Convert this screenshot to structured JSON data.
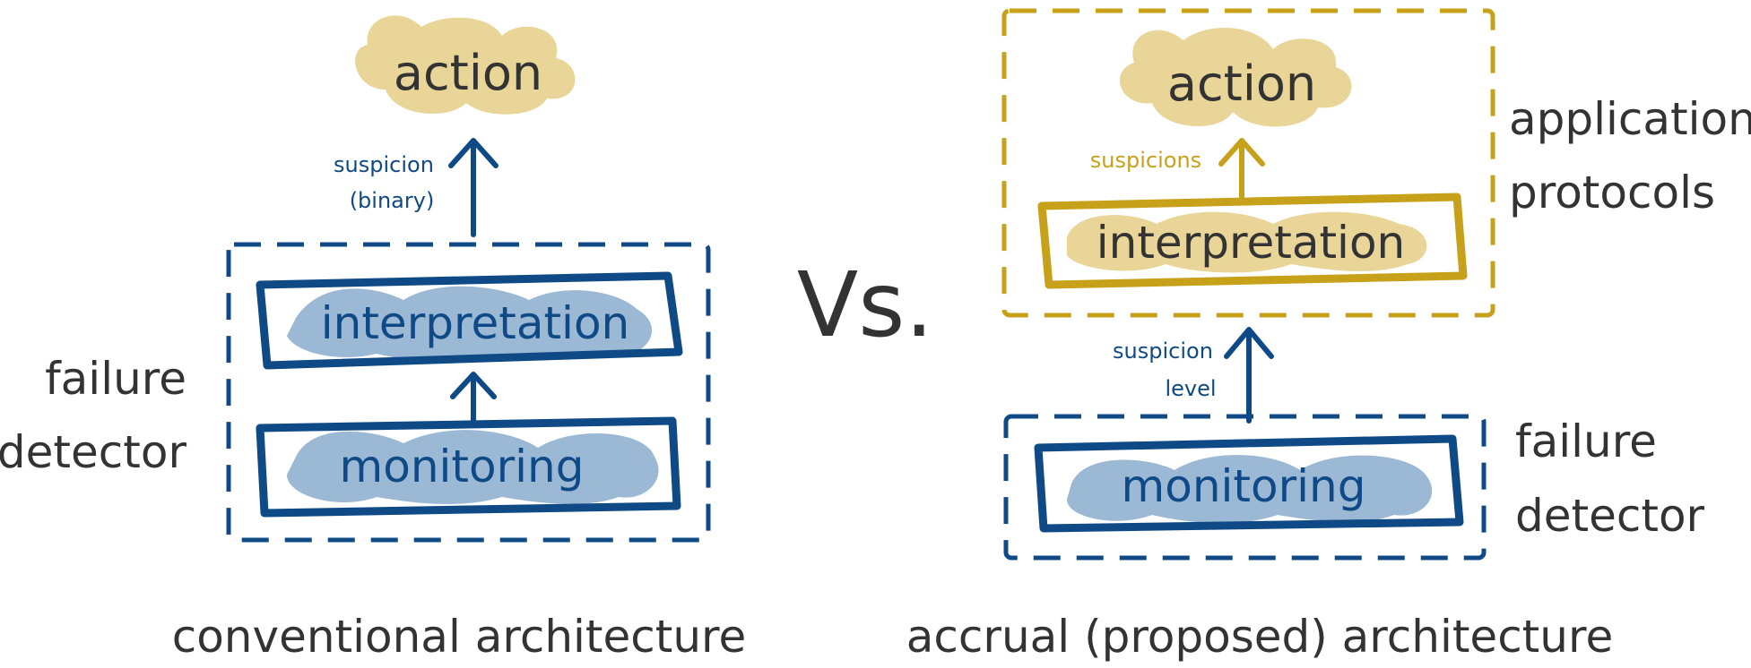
{
  "colors": {
    "blue": "#0f4a87",
    "blue_fill": "#9bb8d4",
    "gold": "#c8a11a",
    "gold_fill": "#e8d597",
    "text_dark": "#333333"
  },
  "left": {
    "action": "action",
    "suspicion_line1": "suspicion",
    "suspicion_line2": "(binary)",
    "interpretation": "interpretation",
    "monitoring": "monitoring",
    "failure_line1": "failure",
    "failure_line2": "detector",
    "caption": "conventional architecture"
  },
  "vs_label": "Vs.",
  "right": {
    "action": "action",
    "suspicions": "suspicions",
    "interpretation": "interpretation",
    "application_line1": "application,",
    "application_line2": "protocols",
    "suspicion_line1": "suspicion",
    "suspicion_line2": "level",
    "monitoring": "monitoring",
    "failure_line1": "failure",
    "failure_line2": "detector",
    "caption": "accrual (proposed) architecture"
  }
}
